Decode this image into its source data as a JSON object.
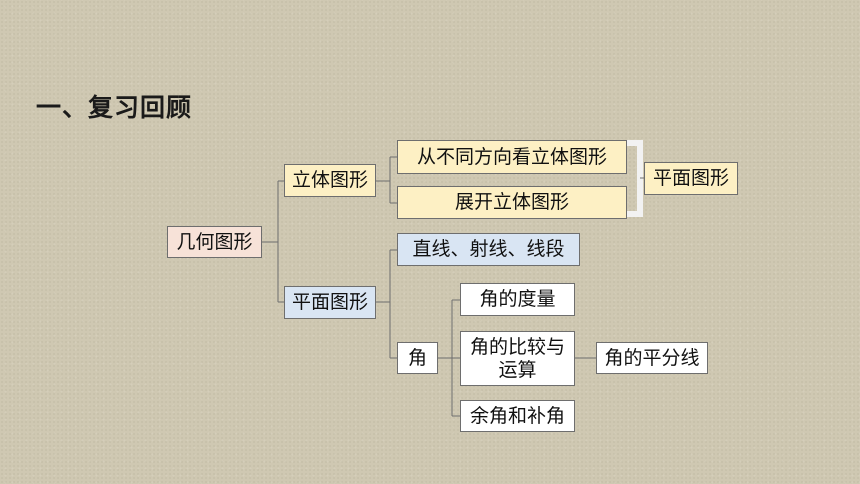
{
  "title": "一、复习回顾",
  "nodes": {
    "root": "几何图形",
    "solid": "立体图形",
    "solid_view": "从不同方向看立体图形",
    "solid_unfold": "展开立体图形",
    "plane_result": "平面图形",
    "plane": "平面图形",
    "lines_segments": "直线、射线、线段",
    "angle": "角",
    "angle_measure": "角的度量",
    "angle_compare_line1": "角的比较与",
    "angle_compare_line2": "运算",
    "angle_bisector": "角的平分线",
    "angle_complement": "余角和补角"
  },
  "colors": {
    "root_fill": "#f7e2d8",
    "solid_fill": "#fdf0c4",
    "plane_fill": "#d9e5f3",
    "leaf_fill": "#ffffff",
    "line": "#6e6e6e",
    "bracket": "#f2f2f2"
  }
}
